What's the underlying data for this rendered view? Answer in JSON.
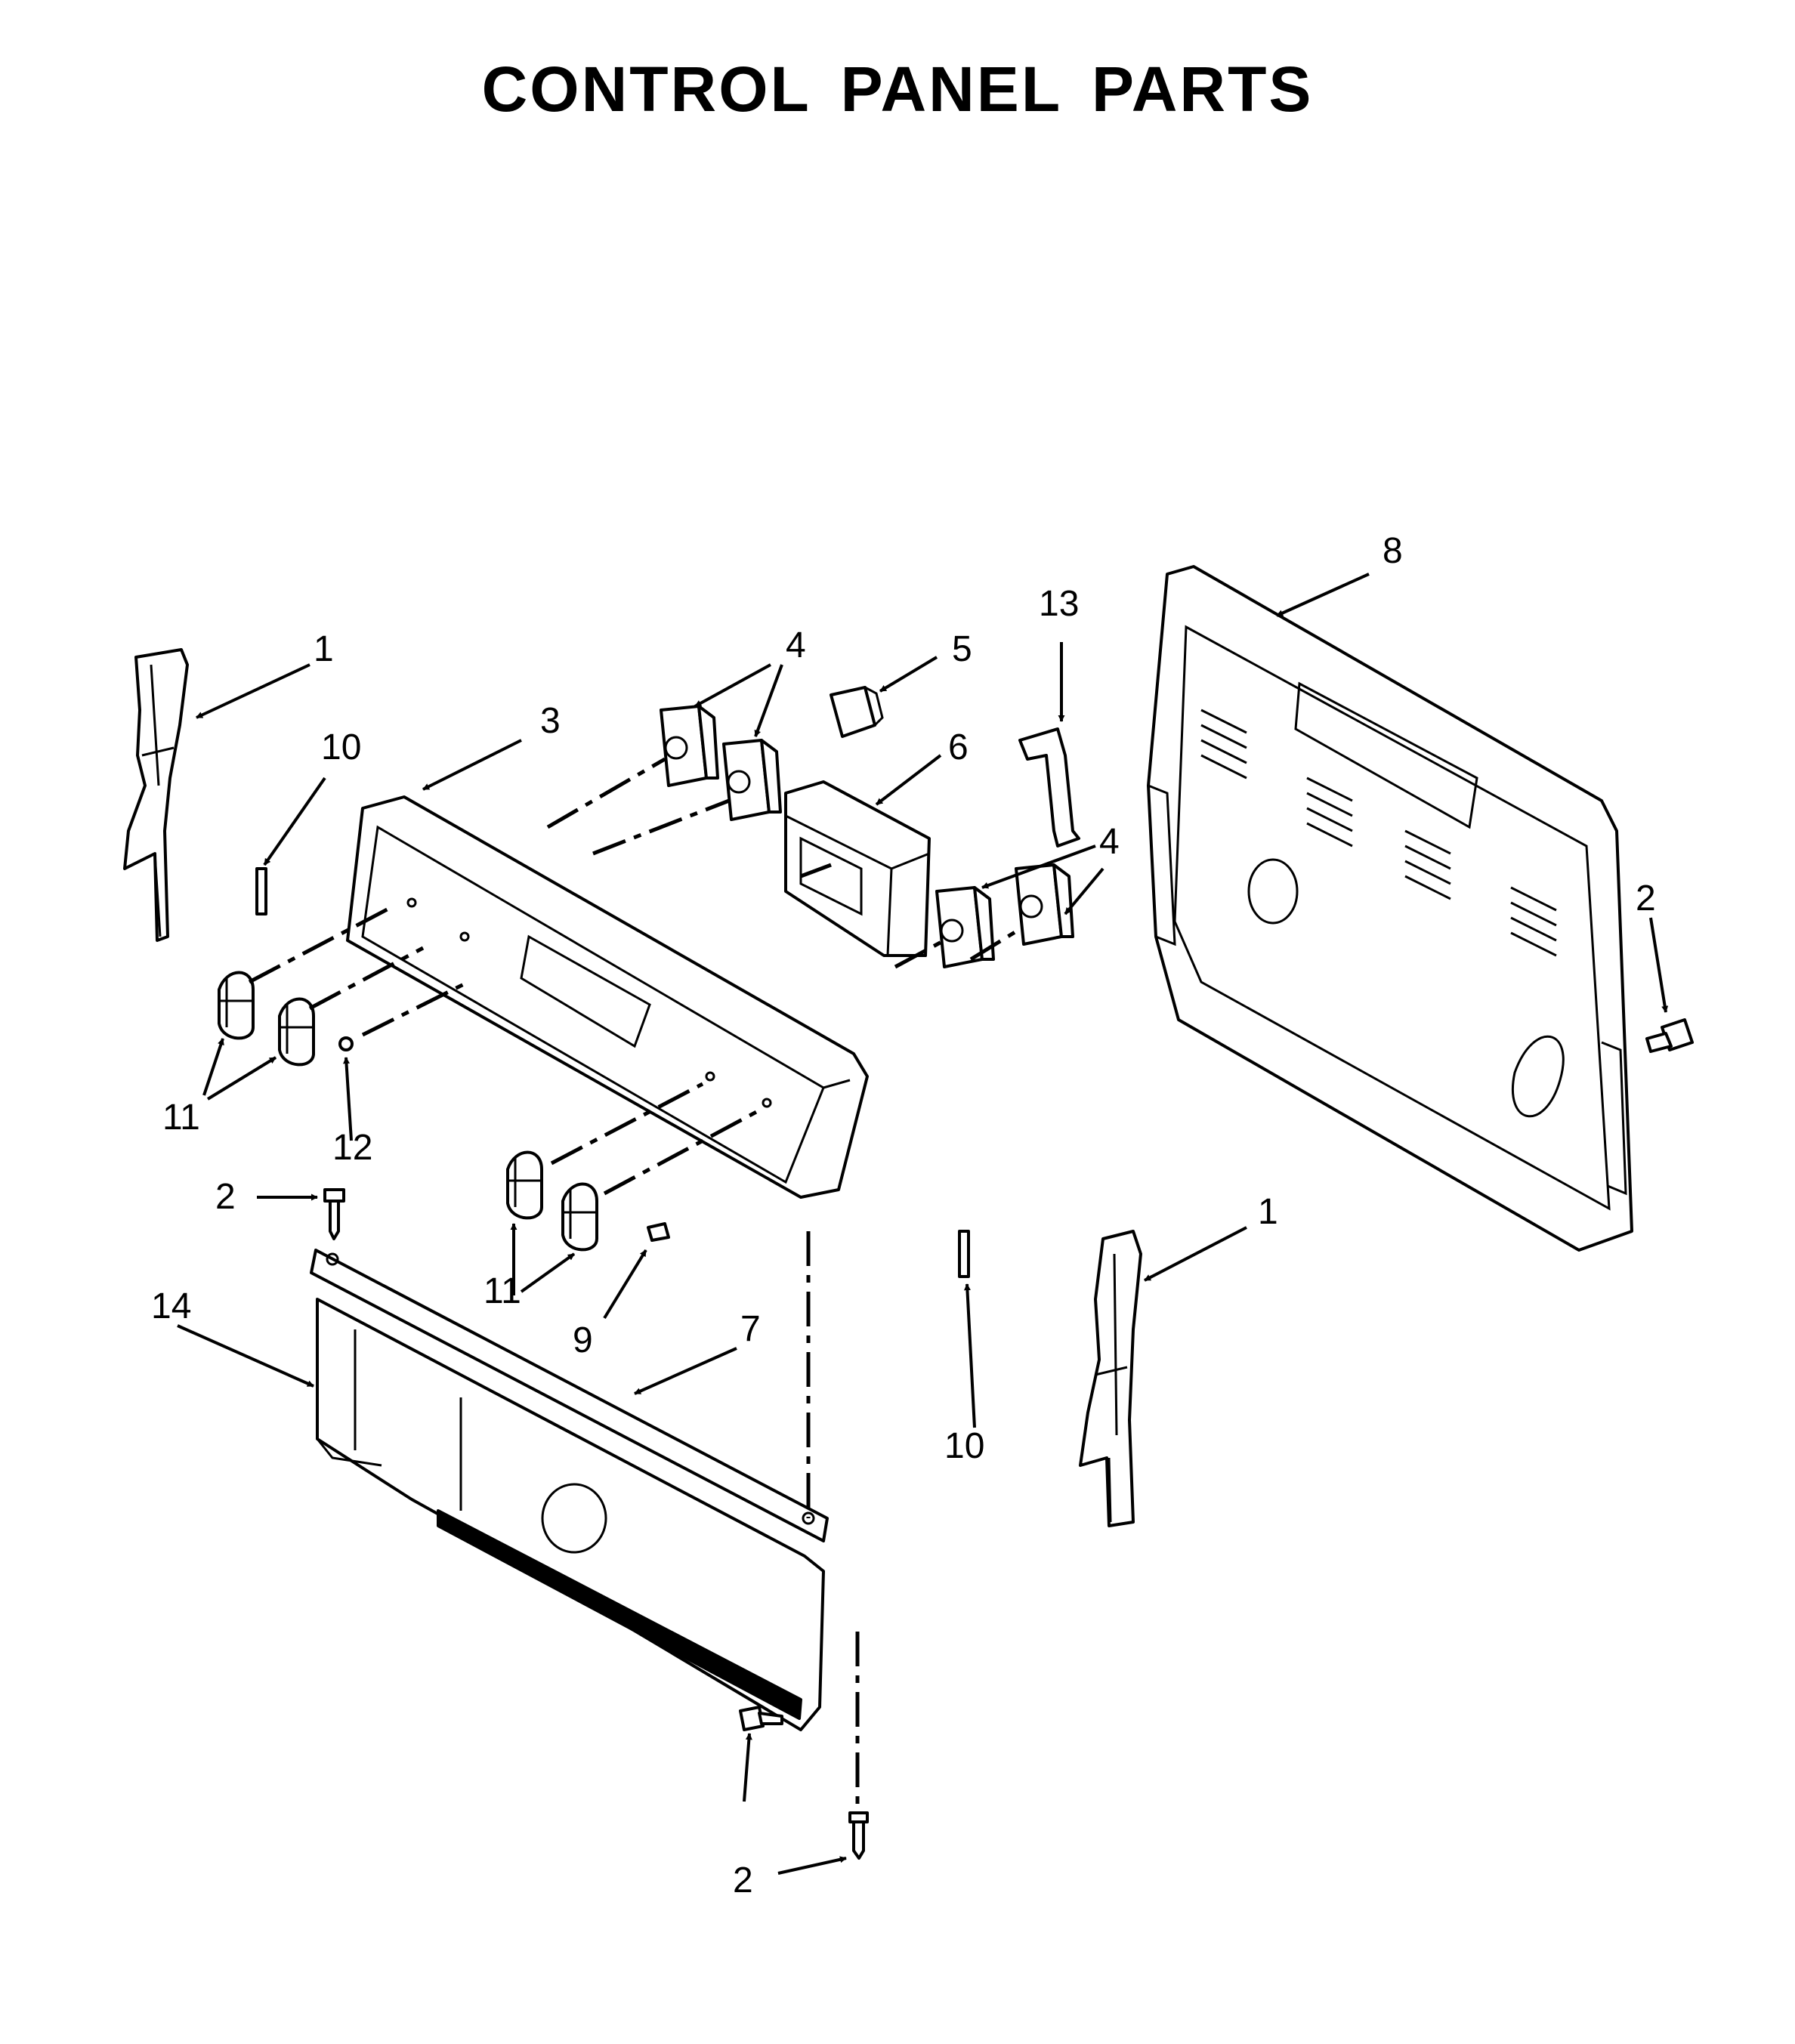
{
  "title": "CONTROL PANEL PARTS",
  "callouts": {
    "n1_top": "1",
    "n1_bottom": "1",
    "n2_right": "2",
    "n2_left": "2",
    "n2_bottom": "2",
    "n3": "3",
    "n4_a": "4",
    "n4_b": "4",
    "n5": "5",
    "n6": "6",
    "n7": "7",
    "n8": "8",
    "n9": "9",
    "n10_top": "10",
    "n10_bottom": "10",
    "n11_top": "11",
    "n11_bottom": "11",
    "n12": "12",
    "n13": "13",
    "n14": "14"
  }
}
